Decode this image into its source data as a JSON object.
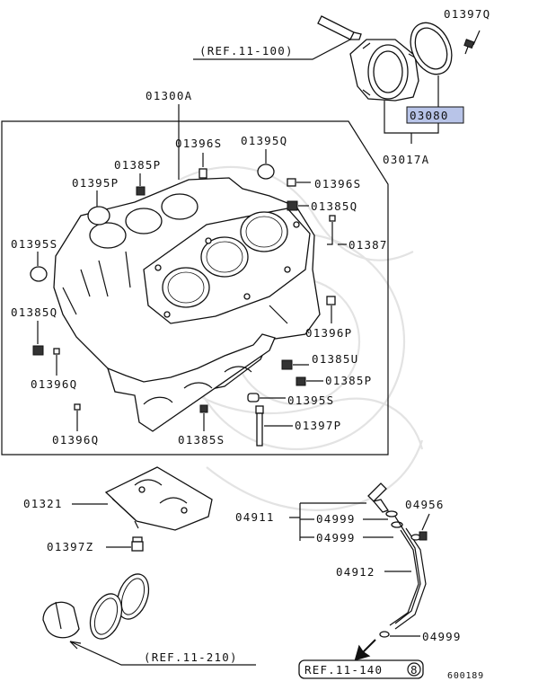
{
  "diagram": {
    "labels": {
      "ref_11_100": "(REF.11-100)",
      "p01397Q": "01397Q",
      "p03080": "03080",
      "p03017A": "03017A",
      "p01300A": "01300A",
      "p01396S_top": "01396S",
      "p01395Q": "01395Q",
      "p01385P_top": "01385P",
      "p01395P": "01395P",
      "p01396S_right": "01396S",
      "p01385Q_right": "01385Q",
      "p01395S_left": "01395S",
      "p01387": "01387",
      "p01385Q_left": "01385Q",
      "p01396P": "01396P",
      "p01385U": "01385U",
      "p01396Q_left": "01396Q",
      "p01385P_right": "01385P",
      "p01395S_bottom": "01395S",
      "p01396Q_bottom": "01396Q",
      "p01385S": "01385S",
      "p01397P": "01397P",
      "p01321": "01321",
      "p01397Z": "01397Z",
      "p04956": "04956",
      "p04911": "04911",
      "p04999_a": "04999",
      "p04999_b": "04999",
      "p04912": "04912",
      "p04999_c": "04999",
      "ref_11_210": "(REF.11-210)",
      "ref_11_140": "REF.11-140",
      "ref_11_140_num": "8",
      "diagram_id": "600189"
    },
    "highlight_color": "#b8c4e8"
  }
}
